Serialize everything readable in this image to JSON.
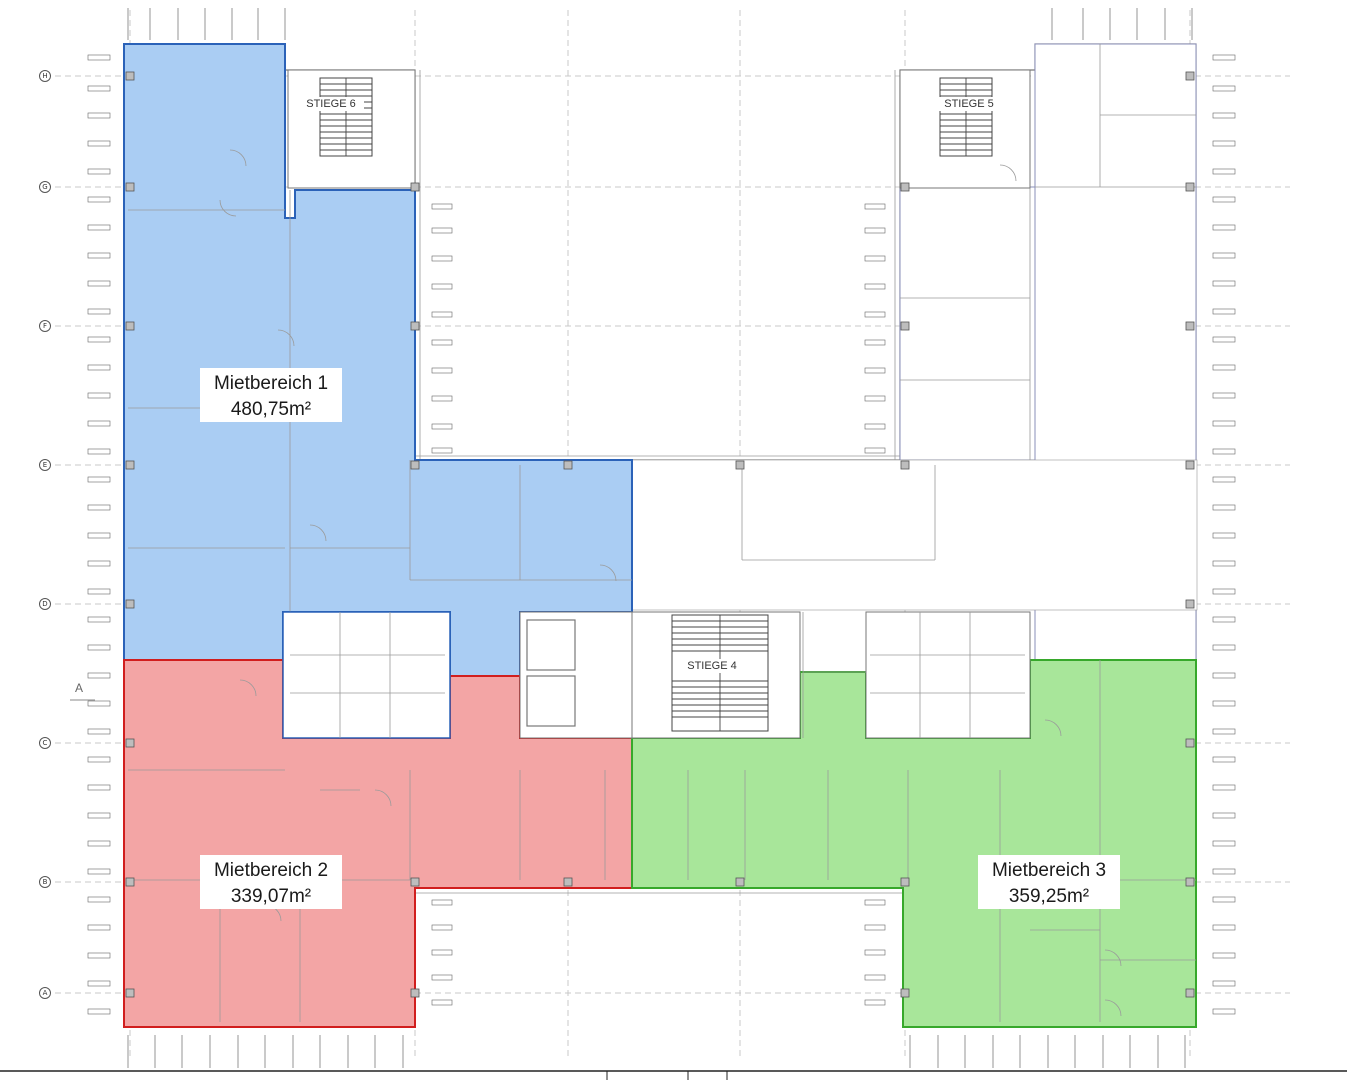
{
  "grid_axes": [
    "H",
    "G",
    "F",
    "E",
    "D",
    "C",
    "B",
    "A"
  ],
  "section_marker": "A",
  "stairs": [
    {
      "id": "stiege-6",
      "label": "STIEGE 6"
    },
    {
      "id": "stiege-5",
      "label": "STIEGE 5"
    },
    {
      "id": "stiege-4",
      "label": "STIEGE 4"
    }
  ],
  "zones": [
    {
      "id": "mietbereich-1",
      "name": "Mietbereich 1",
      "area": "480,75m²",
      "fill": "#aacdf3",
      "stroke": "#2b62b8"
    },
    {
      "id": "mietbereich-2",
      "name": "Mietbereich 2",
      "area": "339,07m²",
      "fill": "#f3a5a5",
      "stroke": "#d11e1e"
    },
    {
      "id": "mietbereich-3",
      "name": "Mietbereich 3",
      "area": "359,25m²",
      "fill": "#a8e69a",
      "stroke": "#37a82b"
    }
  ],
  "colors": {
    "grid": "#c8c8c8",
    "walls": "#777777",
    "unassigned_outline": "#8a8fb8"
  }
}
